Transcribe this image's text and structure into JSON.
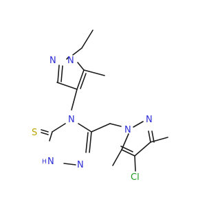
{
  "molecule": {
    "atoms": {
      "n_pz1_left": "N",
      "n_pz1_right": "N",
      "n_triazole": "N",
      "s_thione": "S",
      "n_hn": "N",
      "h_hn": "H",
      "n_triazole_right": "N",
      "n_pz2_ring": "N",
      "n_pz2_top": "N",
      "cl": "Cl"
    },
    "colors": {
      "bond": "#1a1a1a",
      "nitrogen": "#2b2bd6",
      "sulfur": "#b8a400",
      "chlorine": "#1f9a1f"
    }
  }
}
